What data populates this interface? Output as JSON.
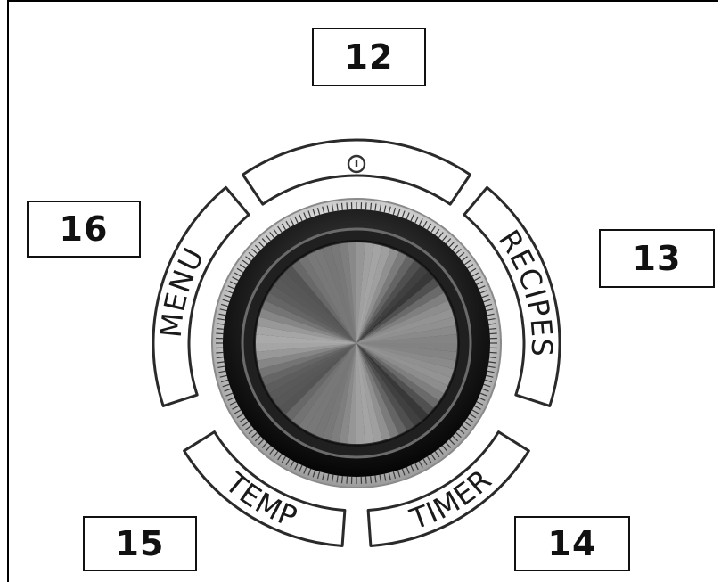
{
  "callouts": {
    "power": "12",
    "recipes": "13",
    "timer": "14",
    "temp": "15",
    "menu": "16"
  },
  "ring_labels": {
    "menu": "MENU",
    "recipes": "RECIPES",
    "timer": "TIMER",
    "temp": "TEMP"
  },
  "icons": {
    "power": "power-icon"
  },
  "colors": {
    "knob_dark": "#1b1b1b",
    "knob_mid": "#6e6e6e",
    "knob_light": "#d4d4d4",
    "segment_stroke": "#2a2a2a"
  }
}
